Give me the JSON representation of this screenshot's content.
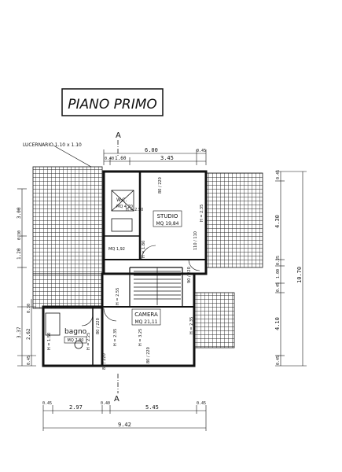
{
  "title": "PIANO PRIMO",
  "skylight_label": "LUCERNARIO 1.10 x 1.10",
  "section_marker": "A",
  "rooms": {
    "wc": {
      "name": "W.C.",
      "area": "MQ 4,20"
    },
    "studio": {
      "name": "STUDIO",
      "area": "MQ 19,84"
    },
    "landing": {
      "area": "MQ 1,92"
    },
    "bagno": {
      "name": "bagno",
      "area": "MQ 7,80"
    },
    "camera": {
      "name": "CAMERA",
      "area": "MQ 21,11"
    }
  },
  "dimensions": {
    "top": [
      "0.40",
      "1.60",
      "6.00",
      "3.45",
      "0.45"
    ],
    "bottom": [
      "0.45",
      "2.97",
      "0.40",
      "5.45",
      "0.45"
    ],
    "bottom_total": "9.42",
    "right": [
      "0.45",
      "4.30",
      "0.25",
      "1.00",
      "0.45",
      "4.10",
      "0.45"
    ],
    "right_total": "10.70",
    "left": [
      "3.00",
      "0.30",
      "1.20",
      "0.30",
      "3.37",
      "2.62",
      "0.45"
    ]
  },
  "heights": {
    "wc": "H = 2.50",
    "studio_left": "H = 1.80",
    "studio_right": "H = 2.35",
    "camera_left": "H = 2.35",
    "camera_mid": "H = 3.25",
    "camera_right": "H = 2.35",
    "bagno_left": "H = 1.50",
    "bagno_right": "H = 2.25",
    "hall": "H = 2.55"
  },
  "openings": {
    "studio_top": "80 / 220",
    "studio_right": "110 / 110",
    "camera_left": "80 / 220",
    "camera_door": "80 / 220",
    "bagno_door": "80 / 220",
    "stair": "90 / 220"
  }
}
